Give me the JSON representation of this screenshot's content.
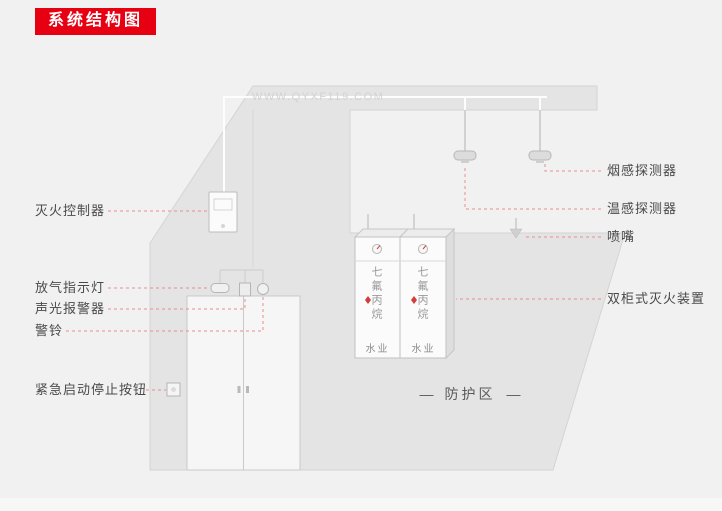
{
  "page": {
    "title_badge": "系统结构图",
    "watermark": "WWW.QYXF119.COM"
  },
  "labels": {
    "left": [
      {
        "text": "灭火控制器"
      },
      {
        "text": "放气指示灯"
      },
      {
        "text": "声光报警器"
      },
      {
        "text": "警铃"
      },
      {
        "text": "紧急启动停止按钮"
      }
    ],
    "right": [
      {
        "text": "烟感探测器"
      },
      {
        "text": "温感探测器"
      },
      {
        "text": "喷嘴"
      },
      {
        "text": "双柜式灭火装置"
      }
    ]
  },
  "zone": {
    "dash": "—",
    "label": "防护区"
  },
  "cabinets": {
    "agent_text": "七氟丙烷",
    "brand": "水业"
  },
  "colors": {
    "accent_red": "#e60012",
    "connector_red": "#ea8d8d",
    "room_gray": "#e4e4e5",
    "background": "#f1f1f2",
    "label_text": "#4a4a4a"
  }
}
